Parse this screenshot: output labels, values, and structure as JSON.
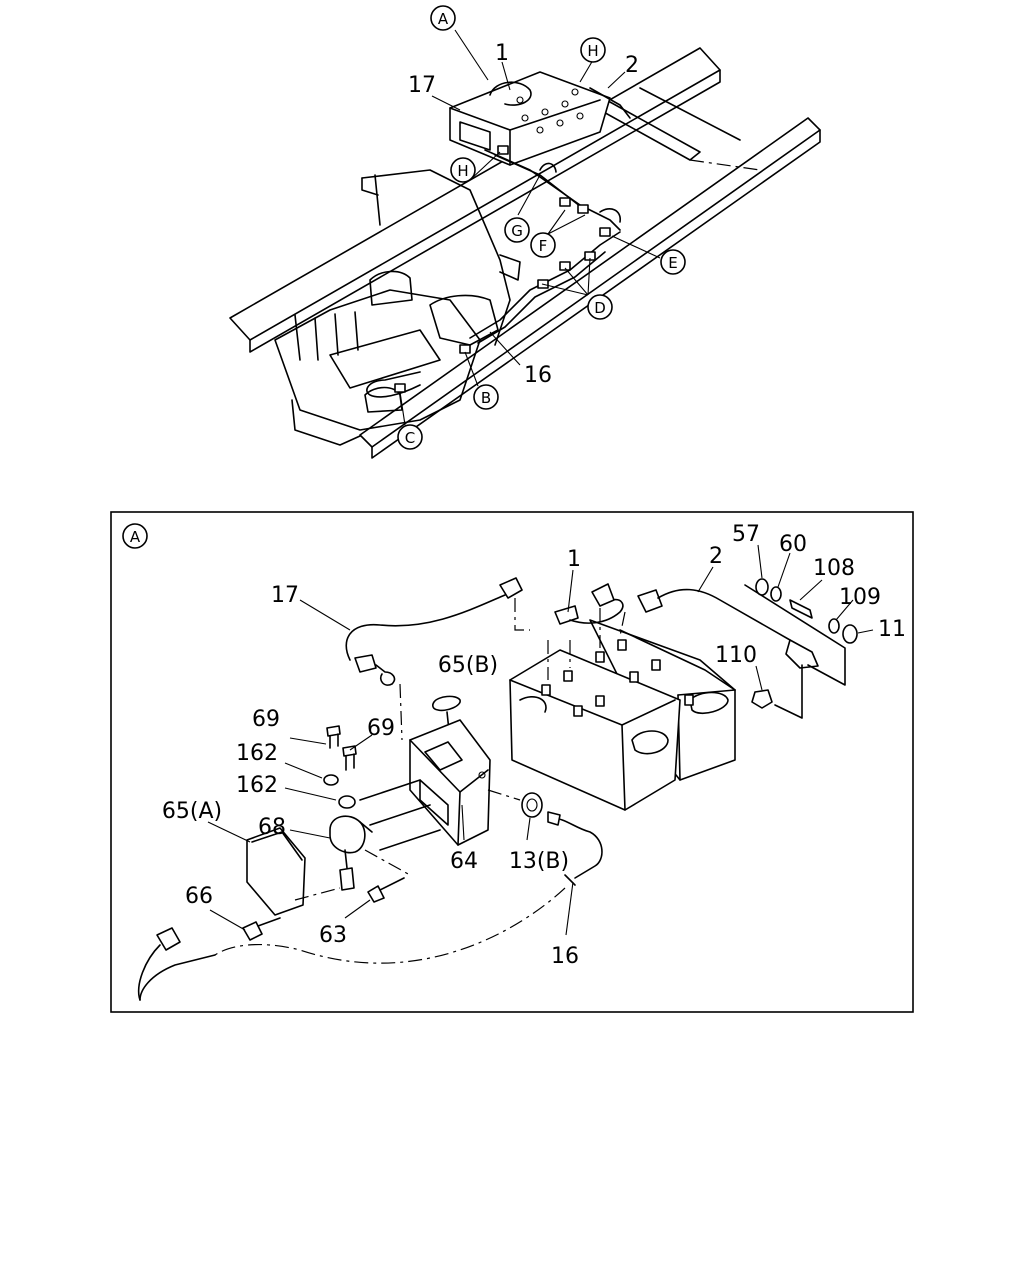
{
  "overview": {
    "callouts": {
      "A": "A",
      "H_top": "H",
      "H_mid": "H",
      "G": "G",
      "F": "F",
      "E": "E",
      "D": "D",
      "B": "B",
      "C": "C"
    },
    "labels": {
      "p1": "1",
      "p2": "2",
      "p17": "17",
      "p16": "16"
    }
  },
  "detail": {
    "tag": "A",
    "labels": {
      "p57": "57",
      "p60": "60",
      "p108": "108",
      "p109": "109",
      "p11": "11",
      "p1": "1",
      "p2": "2",
      "p17": "17",
      "p110": "110",
      "p65b": "65(B)",
      "p69a": "69",
      "p69b": "69",
      "p162a": "162",
      "p162b": "162",
      "p65a": "65(A)",
      "p68": "68",
      "p64": "64",
      "p13b": "13(B)",
      "p66": "66",
      "p63": "63",
      "p16": "16"
    }
  }
}
